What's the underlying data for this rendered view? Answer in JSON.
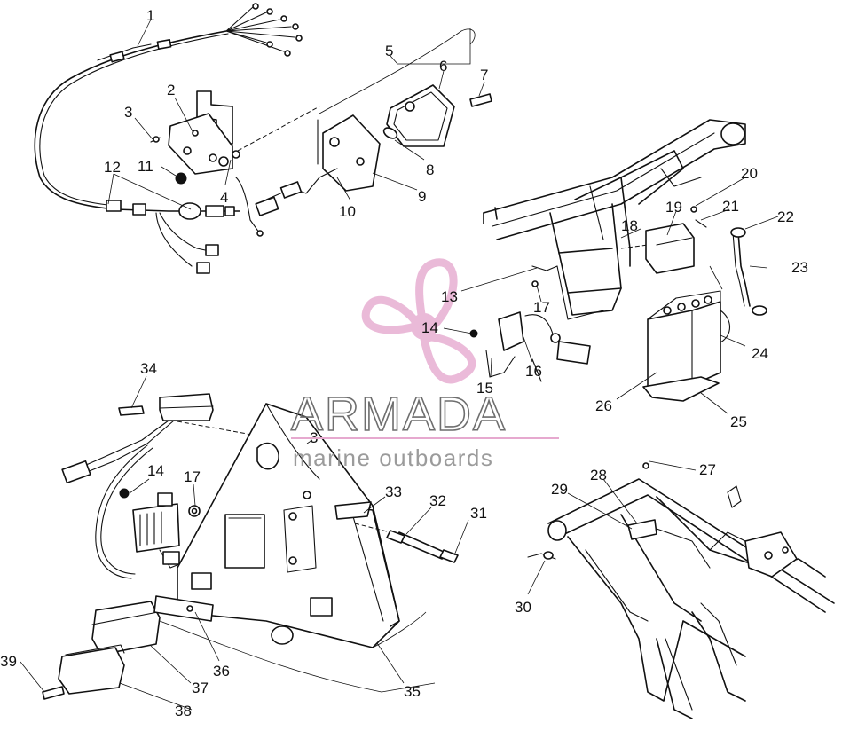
{
  "diagram": {
    "callouts": [
      {
        "id": "c1",
        "label": "1"
      },
      {
        "id": "c2",
        "label": "2"
      },
      {
        "id": "c3",
        "label": "3"
      },
      {
        "id": "c4",
        "label": "4"
      },
      {
        "id": "c5",
        "label": "5"
      },
      {
        "id": "c6",
        "label": "6"
      },
      {
        "id": "c7",
        "label": "7"
      },
      {
        "id": "c8",
        "label": "8"
      },
      {
        "id": "c9",
        "label": "9"
      },
      {
        "id": "c10",
        "label": "10"
      },
      {
        "id": "c11",
        "label": "11"
      },
      {
        "id": "c12",
        "label": "12"
      },
      {
        "id": "c13",
        "label": "13"
      },
      {
        "id": "c14a",
        "label": "14"
      },
      {
        "id": "c15",
        "label": "15"
      },
      {
        "id": "c16",
        "label": "16"
      },
      {
        "id": "c17a",
        "label": "17"
      },
      {
        "id": "c18",
        "label": "18"
      },
      {
        "id": "c19",
        "label": "19"
      },
      {
        "id": "c20",
        "label": "20"
      },
      {
        "id": "c21",
        "label": "21"
      },
      {
        "id": "c22",
        "label": "22"
      },
      {
        "id": "c23",
        "label": "23"
      },
      {
        "id": "c24",
        "label": "24"
      },
      {
        "id": "c25",
        "label": "25"
      },
      {
        "id": "c26",
        "label": "26"
      },
      {
        "id": "c27",
        "label": "27"
      },
      {
        "id": "c28",
        "label": "28"
      },
      {
        "id": "c29",
        "label": "29"
      },
      {
        "id": "c30",
        "label": "30"
      },
      {
        "id": "c31",
        "label": "31"
      },
      {
        "id": "c32",
        "label": "32"
      },
      {
        "id": "c33",
        "label": "33"
      },
      {
        "id": "c34",
        "label": "34"
      },
      {
        "id": "c14b",
        "label": "14"
      },
      {
        "id": "c17b",
        "label": "17"
      },
      {
        "id": "c35",
        "label": "35"
      },
      {
        "id": "c36",
        "label": "36"
      },
      {
        "id": "c37",
        "label": "37"
      },
      {
        "id": "c38",
        "label": "38"
      },
      {
        "id": "c39",
        "label": "39"
      },
      {
        "id": "c3b",
        "label": "3"
      }
    ]
  },
  "watermark": {
    "title": "ARMADA",
    "subtitle": "marine outboards",
    "logo_color": "#e6a9cf",
    "logo_center_color": "#f2c7e1"
  }
}
